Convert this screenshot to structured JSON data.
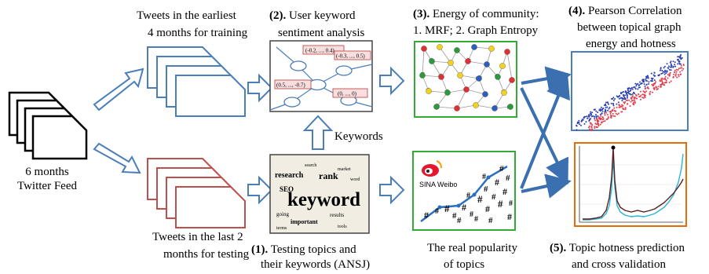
{
  "source": {
    "line1": "6 months",
    "line2": "Twitter Feed"
  },
  "training": {
    "line1": "Tweets in the earliest",
    "line2": "4 months for training"
  },
  "testing": {
    "line1": "Tweets in the last 2",
    "line2": "months for testing"
  },
  "step1": {
    "num": "(1).",
    "line1": " Testing topics and",
    "line2": "their keywords (ANSJ)"
  },
  "step2": {
    "num": "(2).",
    "line1": " User keyword",
    "line2": "sentiment analysis",
    "node_values": [
      "(-0.2, ..., 0.4)",
      "(-0.3, ..., 0.5)",
      "(0.5, ..., -0.7)",
      "(0, ..., 0)"
    ]
  },
  "keywords_label": "Keywords",
  "step3": {
    "num": "(3).",
    "line1": " Energy of community:",
    "line2": "1. MRF; 2. Graph Entropy"
  },
  "popularity": {
    "line1": "The real popularity",
    "line2": "of topics",
    "brand": "SINA Weibo"
  },
  "step4": {
    "num": "(4).",
    "line1": " Pearson Correlation",
    "line2": "between topical graph",
    "line3": "energy and hotness"
  },
  "step5": {
    "num": "(5).",
    "line1": " Topic hotness prediction",
    "line2": "and cross validation"
  },
  "word_cloud": [
    "keyword",
    "research",
    "rank",
    "SEO",
    "going",
    "results",
    "market",
    "important",
    "word",
    "search",
    "tools",
    "terms"
  ],
  "colors": {
    "training_outline": "#4a7ebb",
    "testing_outline": "#c0504d",
    "arrow_outline": "#4a7ebb",
    "flow_arrow": "#3a6fb0",
    "graph_border": "#33aa33",
    "chart_border_top": "#4a7ebb",
    "chart_border_bottom": "#e46c0a"
  }
}
